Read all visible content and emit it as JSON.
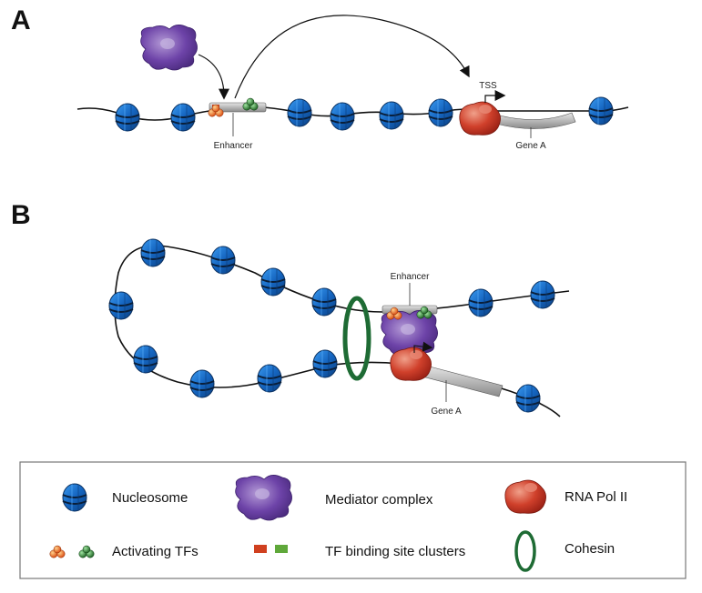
{
  "panels": {
    "a": {
      "letter": "A",
      "tss_label": "TSS",
      "enhancer_label": "Enhancer",
      "gene_label": "Gene A"
    },
    "b": {
      "letter": "B",
      "enhancer_label": "Enhancer",
      "gene_label": "Gene A"
    }
  },
  "legend": {
    "nucleosome": "Nucleosome",
    "mediator": "Mediator complex",
    "rna_pol": "RNA Pol II",
    "activating_tfs": "Activating TFs",
    "tf_binding": "TF binding site clusters",
    "cohesin": "Cohesin"
  },
  "colors": {
    "nucleosome": "#1f78d1",
    "nucleosome_dark": "#0d3f7a",
    "mediator": "#6a3d9a",
    "rna_pol": "#c0392b",
    "tf_orange": "#e8651b",
    "tf_green": "#2e7d32",
    "cohesin": "#1e5e2e",
    "gene_bar": "#b5b5b5"
  }
}
